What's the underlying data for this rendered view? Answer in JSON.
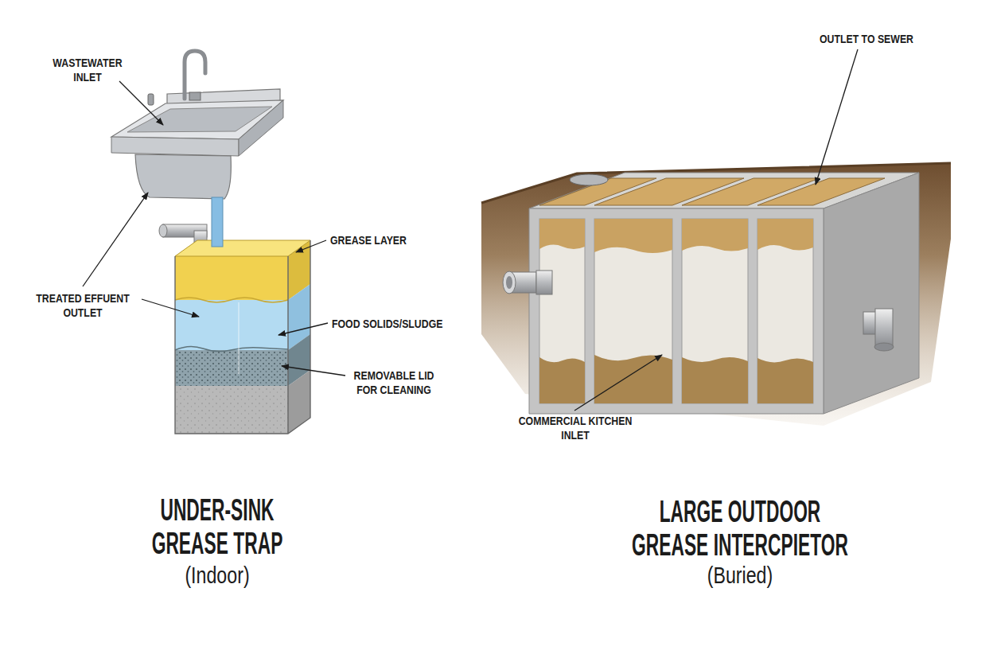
{
  "diagram": {
    "labels": [
      "WASTEWATER INLET",
      "TREATED EFFUENT OUTLET",
      "GREASE LAYER",
      "FOOD SOLIDS/SLUDGE",
      "REMOVABLE LID FOR CLEANING",
      "UNDER-SINK GREASE TRAP",
      "(Indoor)",
      "OUTLET TO SEWER",
      "COMMERCIAL KITCHEN INLET",
      "LARGE OUTDOOR GREASE INTERCPIETOR",
      "(Buried)"
    ]
  }
}
